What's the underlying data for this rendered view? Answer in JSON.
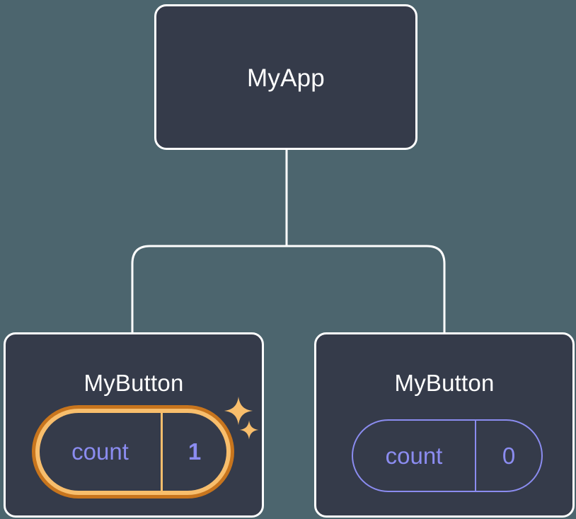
{
  "diagram": {
    "type": "component-tree",
    "background_color": "#4c656e",
    "node_fill": "#353b4a",
    "node_border": "#ffffff",
    "accent_state": "#8b8cf0",
    "accent_highlight_outer": "#c8751d",
    "accent_highlight_inner": "#f8be6c",
    "root": {
      "title": "MyApp"
    },
    "children": [
      {
        "title": "MyButton",
        "state": {
          "key": "count",
          "value": "1",
          "highlighted": true
        },
        "sparkles": [
          "sparkle-icon-large",
          "sparkle-icon-small"
        ]
      },
      {
        "title": "MyButton",
        "state": {
          "key": "count",
          "value": "0",
          "highlighted": false
        }
      }
    ]
  }
}
